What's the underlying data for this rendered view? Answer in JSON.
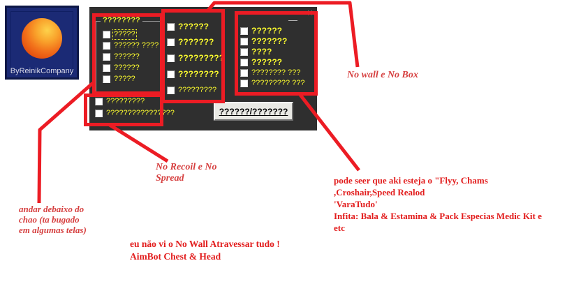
{
  "logo": {
    "brand": "ByReinikCompany"
  },
  "window": {
    "minimize_glyph": "—",
    "close_glyph": "×",
    "group": {
      "title": "????????",
      "items": [
        {
          "label": "?????"
        },
        {
          "label": "?????? ????"
        },
        {
          "label": "??????"
        },
        {
          "label": "??????"
        },
        {
          "label": "?????"
        }
      ]
    },
    "extra_items": [
      {
        "label": "?????????"
      },
      {
        "label": "????????????????"
      }
    ],
    "column2": {
      "items": [
        {
          "label": "??????"
        },
        {
          "label": "???????"
        },
        {
          "label": "?????????"
        },
        {
          "label": "????????"
        },
        {
          "label": "?????????"
        }
      ]
    },
    "column3": {
      "items": [
        {
          "label": "??????"
        },
        {
          "label": "???????"
        },
        {
          "label": "????"
        },
        {
          "label": "??????"
        },
        {
          "label": "???????? ???"
        },
        {
          "label": "????????? ???"
        }
      ]
    },
    "button_label": "??????/???????"
  },
  "annotations": {
    "no_wall": {
      "text": "No wall e No Box"
    },
    "no_recoil": {
      "text": "No Recoil e No\nSpread"
    },
    "andar": {
      "text": "andar debaixo do\nchao (ta bugado\nem algumas telas)"
    },
    "pode": {
      "text": "pode seer que aki esteja o \"Flyy, Chams\n,Croshair,Speed Realod\n'VaraTudo'\nInfita: Bala & Estamina & Pack Especias Medic Kit e\netc"
    },
    "eu_nao": {
      "text": "eu não vi o No Wall Atravessar tudo !\nAimBot Chest & Head"
    }
  },
  "colors": {
    "annotation_red": "#ec1c24",
    "label_yellow": "#fbfb2e",
    "window_bg": "#2f2f2f",
    "logo_blue": "#1b2a75"
  }
}
